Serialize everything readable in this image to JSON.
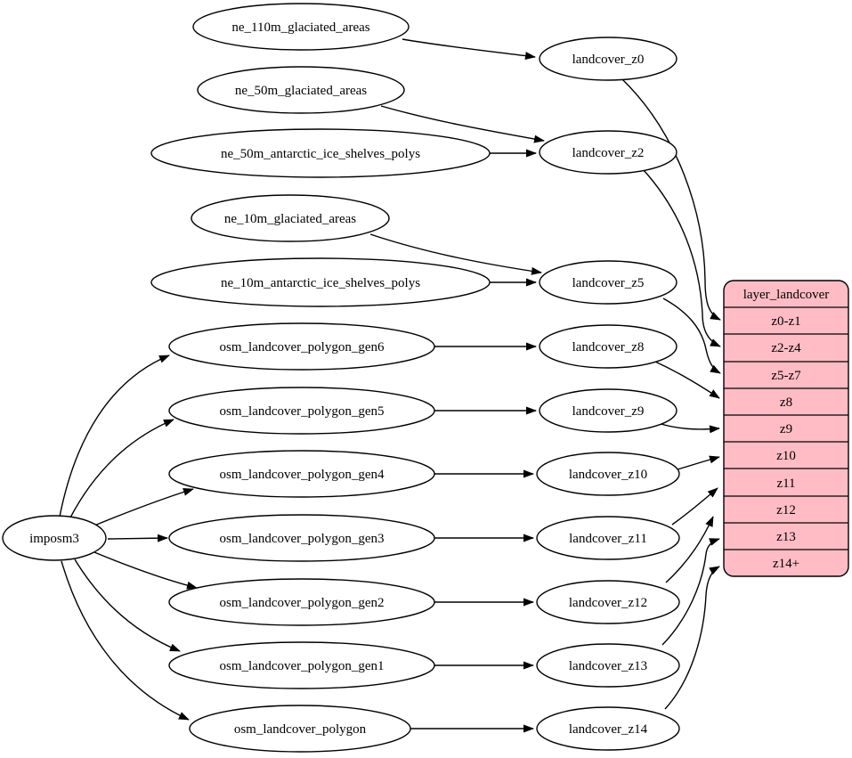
{
  "diagram": {
    "kind": "graphviz-dependency-diagram",
    "colors": {
      "background": "#ffffff",
      "node_fill": "#ffffff",
      "edge_color": "#000000",
      "table_fill": "#ffbcc5"
    },
    "nodes": {
      "imposm3": {
        "label": "imposm3"
      },
      "ne_110m_glaciated_areas": {
        "label": "ne_110m_glaciated_areas"
      },
      "ne_50m_glaciated_areas": {
        "label": "ne_50m_glaciated_areas"
      },
      "ne_50m_antarctic_ice_shelves_polys": {
        "label": "ne_50m_antarctic_ice_shelves_polys"
      },
      "ne_10m_glaciated_areas": {
        "label": "ne_10m_glaciated_areas"
      },
      "ne_10m_antarctic_ice_shelves_polys": {
        "label": "ne_10m_antarctic_ice_shelves_polys"
      },
      "osm_landcover_polygon_gen6": {
        "label": "osm_landcover_polygon_gen6"
      },
      "osm_landcover_polygon_gen5": {
        "label": "osm_landcover_polygon_gen5"
      },
      "osm_landcover_polygon_gen4": {
        "label": "osm_landcover_polygon_gen4"
      },
      "osm_landcover_polygon_gen3": {
        "label": "osm_landcover_polygon_gen3"
      },
      "osm_landcover_polygon_gen2": {
        "label": "osm_landcover_polygon_gen2"
      },
      "osm_landcover_polygon_gen1": {
        "label": "osm_landcover_polygon_gen1"
      },
      "osm_landcover_polygon": {
        "label": "osm_landcover_polygon"
      },
      "landcover_z0": {
        "label": "landcover_z0"
      },
      "landcover_z2": {
        "label": "landcover_z2"
      },
      "landcover_z5": {
        "label": "landcover_z5"
      },
      "landcover_z8": {
        "label": "landcover_z8"
      },
      "landcover_z9": {
        "label": "landcover_z9"
      },
      "landcover_z10": {
        "label": "landcover_z10"
      },
      "landcover_z11": {
        "label": "landcover_z11"
      },
      "landcover_z12": {
        "label": "landcover_z12"
      },
      "landcover_z13": {
        "label": "landcover_z13"
      },
      "landcover_z14": {
        "label": "landcover_z14"
      }
    },
    "table": {
      "title": "layer_landcover",
      "rows": [
        {
          "label": "z0-z1"
        },
        {
          "label": "z2-z4"
        },
        {
          "label": "z5-z7"
        },
        {
          "label": "z8"
        },
        {
          "label": "z9"
        },
        {
          "label": "z10"
        },
        {
          "label": "z11"
        },
        {
          "label": "z12"
        },
        {
          "label": "z13"
        },
        {
          "label": "z14+"
        }
      ]
    },
    "edges": [
      {
        "from": "imposm3",
        "to": "osm_landcover_polygon_gen6"
      },
      {
        "from": "imposm3",
        "to": "osm_landcover_polygon_gen5"
      },
      {
        "from": "imposm3",
        "to": "osm_landcover_polygon_gen4"
      },
      {
        "from": "imposm3",
        "to": "osm_landcover_polygon_gen3"
      },
      {
        "from": "imposm3",
        "to": "osm_landcover_polygon_gen2"
      },
      {
        "from": "imposm3",
        "to": "osm_landcover_polygon_gen1"
      },
      {
        "from": "imposm3",
        "to": "osm_landcover_polygon"
      },
      {
        "from": "ne_110m_glaciated_areas",
        "to": "landcover_z0"
      },
      {
        "from": "ne_50m_glaciated_areas",
        "to": "landcover_z2"
      },
      {
        "from": "ne_50m_antarctic_ice_shelves_polys",
        "to": "landcover_z2"
      },
      {
        "from": "ne_10m_glaciated_areas",
        "to": "landcover_z5"
      },
      {
        "from": "ne_10m_antarctic_ice_shelves_polys",
        "to": "landcover_z5"
      },
      {
        "from": "osm_landcover_polygon_gen6",
        "to": "landcover_z8"
      },
      {
        "from": "osm_landcover_polygon_gen5",
        "to": "landcover_z9"
      },
      {
        "from": "osm_landcover_polygon_gen4",
        "to": "landcover_z10"
      },
      {
        "from": "osm_landcover_polygon_gen3",
        "to": "landcover_z11"
      },
      {
        "from": "osm_landcover_polygon_gen2",
        "to": "landcover_z12"
      },
      {
        "from": "osm_landcover_polygon_gen1",
        "to": "landcover_z13"
      },
      {
        "from": "osm_landcover_polygon",
        "to": "landcover_z14"
      },
      {
        "from": "landcover_z0",
        "to": "layer_landcover.z0-z1"
      },
      {
        "from": "landcover_z2",
        "to": "layer_landcover.z2-z4"
      },
      {
        "from": "landcover_z5",
        "to": "layer_landcover.z5-z7"
      },
      {
        "from": "landcover_z8",
        "to": "layer_landcover.z8"
      },
      {
        "from": "landcover_z9",
        "to": "layer_landcover.z9"
      },
      {
        "from": "landcover_z10",
        "to": "layer_landcover.z10"
      },
      {
        "from": "landcover_z11",
        "to": "layer_landcover.z11"
      },
      {
        "from": "landcover_z12",
        "to": "layer_landcover.z12"
      },
      {
        "from": "landcover_z13",
        "to": "layer_landcover.z13"
      },
      {
        "from": "landcover_z14",
        "to": "layer_landcover.z14+"
      }
    ]
  }
}
